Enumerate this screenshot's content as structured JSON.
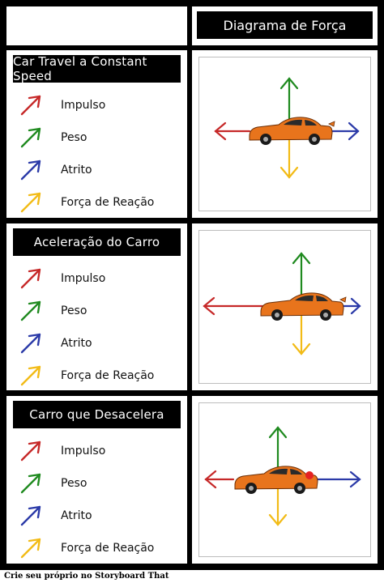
{
  "header": {
    "diagram_title": "Diagrama de Força"
  },
  "scenarios": [
    {
      "title": "Car Travel a Constant Speed",
      "legend": [
        "Impulso",
        "Peso",
        "Atrito",
        "Força de Reação"
      ]
    },
    {
      "title": "Aceleração do Carro",
      "legend": [
        "Impulso",
        "Peso",
        "Atrito",
        "Força de Reação"
      ]
    },
    {
      "title": "Carro que Desacelera",
      "legend": [
        "Impulso",
        "Peso",
        "Atrito",
        "Força de Reação"
      ]
    }
  ],
  "colors": {
    "impulso": "#c62828",
    "peso": "#1f8a1f",
    "atrito": "#2b3aa8",
    "reacao": "#f2bb16",
    "car": "#e8741c"
  },
  "icons": [
    "diagonal-arrow-icon",
    "car-icon",
    "force-arrow-icon"
  ],
  "footer": {
    "credit": "Crie seu próprio no Storyboard That"
  }
}
